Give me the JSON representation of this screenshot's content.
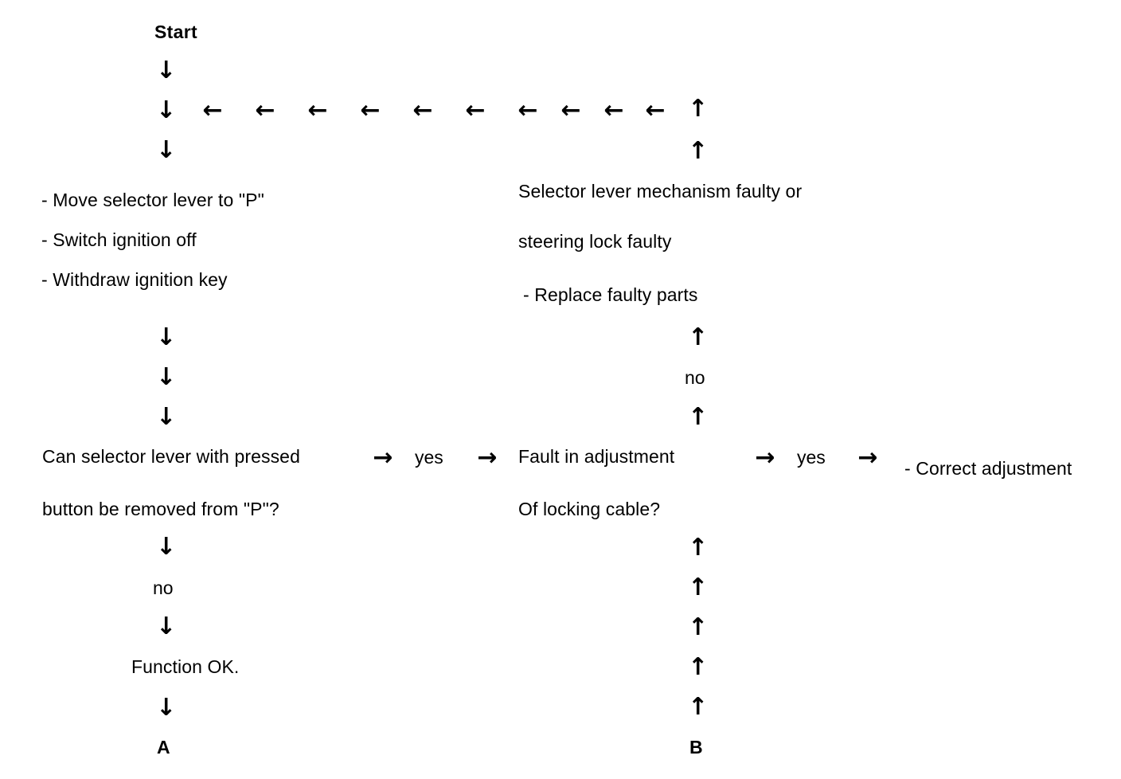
{
  "diagram": {
    "title": "Selector lever / steering lock diagnostic flowchart",
    "colors": {
      "ink": "#000000",
      "background": "#ffffff"
    },
    "glyphs": {
      "arrow_down": "↓",
      "arrow_up": "↑",
      "arrow_left": "←",
      "arrow_right": "→"
    },
    "nodes": {
      "start": "Start",
      "action_step_1": "- Move selector lever to \"P\"",
      "action_step_2": "- Switch ignition off",
      "action_step_3": "- Withdraw ignition key",
      "decision_left_line1": "Can selector lever with pressed",
      "decision_left_line2": "button be removed from \"P\"?",
      "decision_right_line1": "Fault in adjustment",
      "decision_right_line2": "Of locking cable?",
      "fault_text_line1": "Selector lever mechanism faulty or",
      "fault_text_line2": "steering lock faulty",
      "fault_remedy": "- Replace faulty parts",
      "correct_adjustment": "- Correct adjustment",
      "function_ok": "Function OK.",
      "connector_a": "A",
      "connector_b": "B"
    },
    "labels": {
      "yes_1": "yes",
      "yes_2": "yes",
      "no_left": "no",
      "no_right": "no"
    }
  }
}
